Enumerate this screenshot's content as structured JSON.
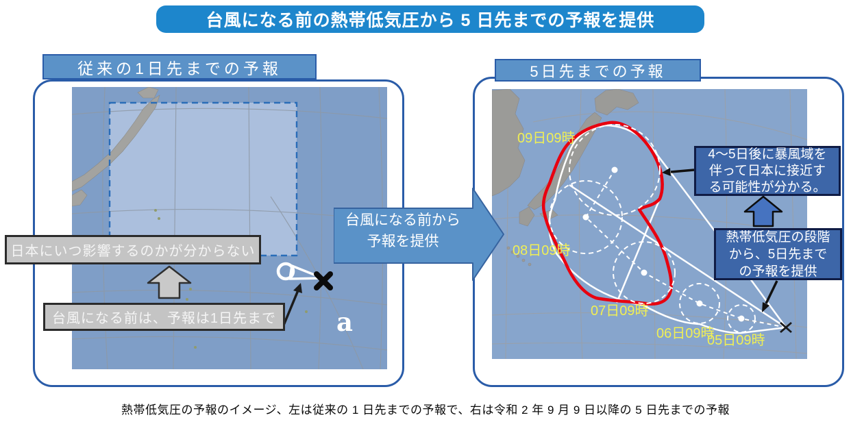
{
  "title": "台風になる前の熱帯低気圧から 5 日先までの予報を提供",
  "caption": "熱帯低気圧の予報のイメージ、左は従来の 1 日先までの予報で、右は令和 2 年 9 月 9 日以降の 5 日先までの予報",
  "left_panel": {
    "header": "従来の1日先までの予報",
    "note_top": "日本にいつ影響するのかが分からない",
    "note_bottom": "台風になる前は、予報は1日先まで",
    "marker_letter": "a"
  },
  "transition_arrow": {
    "line1": "台風になる前から",
    "line2": "予報を提供"
  },
  "right_panel": {
    "header": "5日先までの予報",
    "callout_top": [
      "4～5日後に暴風域を",
      "伴って日本に接近す",
      "る可能性が分かる。"
    ],
    "callout_bottom": [
      "熱帯低気圧の段階",
      "から、5日先まで",
      "の予報を提供"
    ],
    "time_labels": {
      "d09": "09日09時",
      "d08": "08日09時",
      "d07": "07日09時",
      "d06": "06日09時",
      "d05": "05日09時"
    }
  },
  "colors": {
    "title_bg": "#1d86cc",
    "panel_border": "#2a5ca8",
    "header_bg": "#5b92c8",
    "transition_arrow_bg": "#5a92c8",
    "callout_bg": "#3d66a8",
    "callout_border": "#101c45",
    "note_bg": "#c4c4c4",
    "ocean_left": "#7f9ec7",
    "ocean_right": "#87a5cc",
    "forecast_highlight_region": "#abbfdd",
    "land": "#9b9b98",
    "storm_warning_line": "#e8000f",
    "time_label_text": "#f0ef55",
    "blue_up_arrow": "#4673c0"
  }
}
